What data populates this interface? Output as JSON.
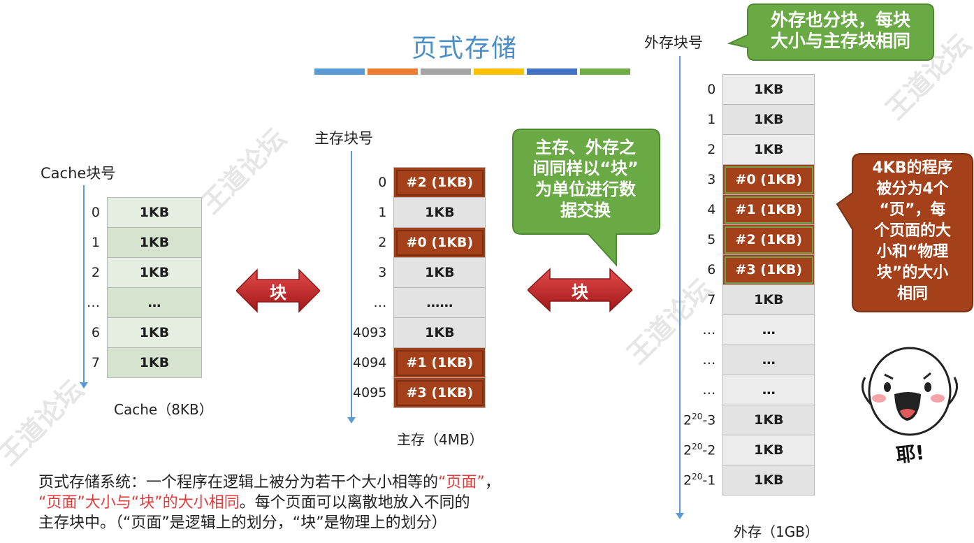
{
  "title": "页式存储",
  "title_bar_colors": [
    "#5b9bd5",
    "#ed7d31",
    "#a5a5a5",
    "#ffc000",
    "#4472c4",
    "#70ad47"
  ],
  "cache": {
    "axis_label": "Cache块号",
    "caption": "Cache（8KB）",
    "rows": [
      {
        "num": "0",
        "value": "1KB"
      },
      {
        "num": "1",
        "value": "1KB"
      },
      {
        "num": "2",
        "value": "1KB"
      },
      {
        "num": "…",
        "value": "…"
      },
      {
        "num": "6",
        "value": "1KB"
      },
      {
        "num": "7",
        "value": "1KB"
      }
    ]
  },
  "arrow_left_label": "块",
  "arrow_right_label": "块",
  "main_memory": {
    "axis_label": "主存块号",
    "caption": "主存（4MB）",
    "rows": [
      {
        "num": "0",
        "value": "#2 (1KB)"
      },
      {
        "num": "1",
        "value": "1KB"
      },
      {
        "num": "2",
        "value": "#0 (1KB)"
      },
      {
        "num": "3",
        "value": "1KB"
      },
      {
        "num": "…",
        "value": "……"
      },
      {
        "num": "4093",
        "value": "1KB"
      },
      {
        "num": "4094",
        "value": "#1 (1KB)"
      },
      {
        "num": "4095",
        "value": "#3 (1KB)"
      }
    ]
  },
  "callout_middle": [
    "主存、外存之",
    "间同样以“块”",
    "为单位进行数",
    "据交换"
  ],
  "external": {
    "axis_label": "外存块号",
    "caption": "外存（1GB）",
    "rows": [
      {
        "num": "0",
        "value": "1KB"
      },
      {
        "num": "1",
        "value": "1KB"
      },
      {
        "num": "2",
        "value": "1KB"
      },
      {
        "num": "3",
        "value": "#0 (1KB)"
      },
      {
        "num": "4",
        "value": "#1 (1KB)"
      },
      {
        "num": "5",
        "value": "#2 (1KB)"
      },
      {
        "num": "6",
        "value": "#3 (1KB)"
      },
      {
        "num": "7",
        "value": "1KB"
      },
      {
        "num": "…",
        "value": "…"
      },
      {
        "num": "…",
        "value": "…"
      },
      {
        "num": "…",
        "value": "…"
      },
      {
        "num_base": "2",
        "num_exp": "20",
        "num_suffix": "-3",
        "value": "1KB"
      },
      {
        "num_base": "2",
        "num_exp": "20",
        "num_suffix": "-2",
        "value": "1KB"
      },
      {
        "num_base": "2",
        "num_exp": "20",
        "num_suffix": "-1",
        "value": "1KB"
      }
    ]
  },
  "callout_top": [
    "外存也分块，每块",
    "大小与主存块相同"
  ],
  "callout_right": [
    "4KB的程序",
    "被分为4个",
    "“页”，每",
    "个页面的大",
    "小和“物理",
    "块”的大小",
    "相同"
  ],
  "bottom_text": {
    "line1_a": "页式存储系统：一个程序在逻辑上被分为若干个大小相等的",
    "line1_red": "“页面”",
    "line1_b": "，",
    "line2_red": "“页面”大小与“块”的大小相同",
    "line2_b": "。每个页面可以离散地放入不同的",
    "line3": "主存块中。（“页面”是逻辑上的划分，“块”是物理上的划分）"
  },
  "sticker_text": "耶!",
  "watermark_text": "王道论坛"
}
